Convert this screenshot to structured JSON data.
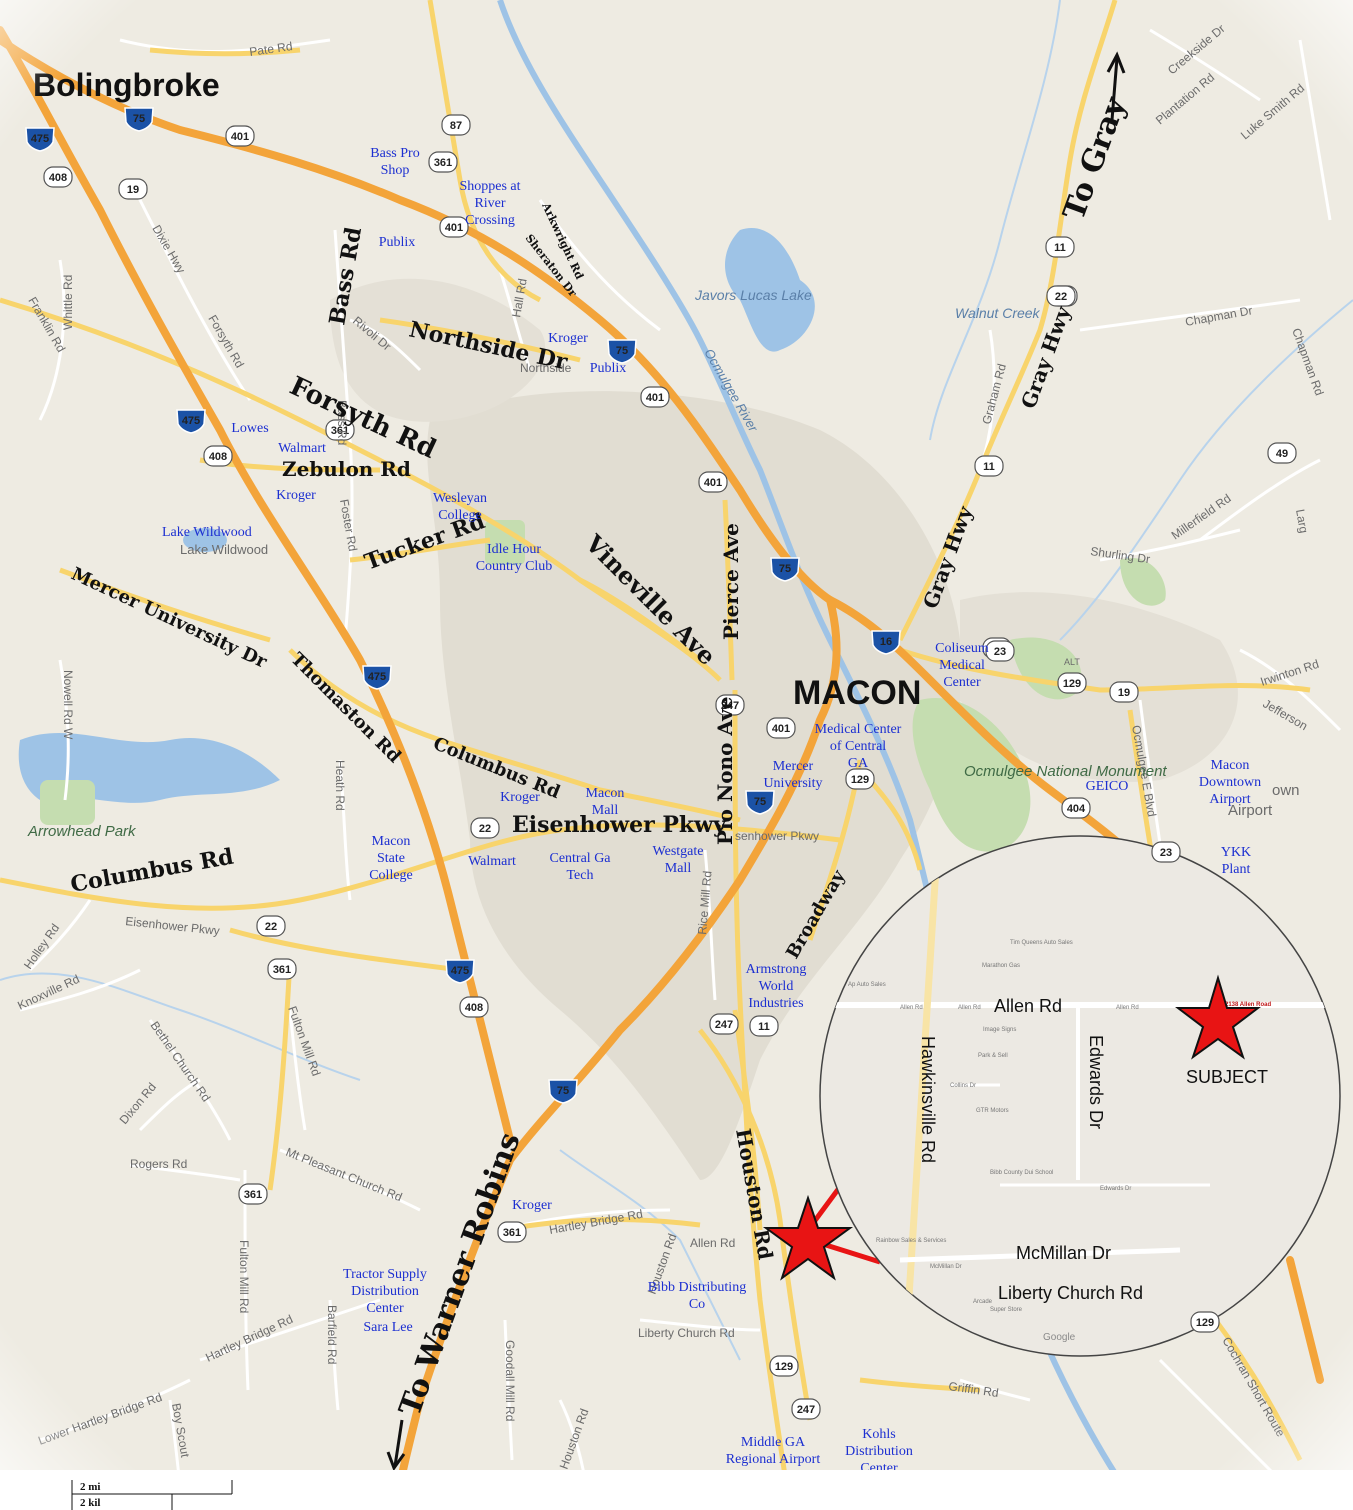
{
  "places": {
    "bolingbroke": "Bolingbroke",
    "macon": "MACON",
    "lake_wildwood": "Lake Wildwood",
    "arrowhead_park": "Arrowhead Park",
    "ocmulgee": "Ocmulgee National Monument",
    "javors_lake": "Javors Lucas Lake",
    "walnut_creek": "Walnut Creek"
  },
  "big_roads": {
    "forsyth_rd": "Forsyth Rd",
    "zebulon_rd": "Zebulon Rd",
    "bass_rd": "Bass Rd",
    "northside_dr": "Northside Dr",
    "tucker_rd": "Tucker Rd",
    "vineville_ave": "Vineville Ave",
    "pierce_ave": "Pierce Ave",
    "mercer_univ_dr": "Mercer University Dr",
    "thomaston_rd": "Thomaston Rd",
    "columbus_rd_1": "Columbus Rd",
    "columbus_rd_2": "Columbus Rd",
    "eisenhower_pkwy": "Eisenhower Pkwy",
    "pio_nono_ave": "Pio Nono Ave",
    "gray_hwy_1": "Gray Hwy",
    "gray_hwy_2": "Gray Hwy",
    "broadway": "Broadway",
    "houston_rd": "Houston Rd",
    "to_gray": "To Gray",
    "to_warner_robins": "To Warner Robins"
  },
  "pois": {
    "bass_pro": "Bass Pro Shop",
    "shoppes": "Shoppes at River Crossing",
    "publix_1": "Publix",
    "kroger_1": "Kroger",
    "publix_2": "Publix",
    "lowes": "Lowes",
    "walmart_1": "Walmart",
    "kroger_2": "Kroger",
    "wesleyan": "Wesleyan College",
    "idle_hour": "Idle Hour Country Club",
    "coliseum": "Coliseum Medical Center",
    "medical_center": "Medical Center of Central GA",
    "mercer": "Mercer University",
    "geico": "GEICO",
    "macon_airport": "Macon Downtown Airport",
    "ykk": "YKK Plant",
    "kroger_3": "Kroger",
    "macon_mall": "Macon Mall",
    "macon_state": "Macon State College",
    "walmart_2": "Walmart",
    "central_ga_tech": "Central Ga Tech",
    "westgate": "Westgate Mall",
    "armstrong": "Armstrong World Industries",
    "kroger_4": "Kroger",
    "tractor_supply": "Tractor Supply Distribution Center",
    "sara_lee": "Sara Lee",
    "bibb": "Bibb Distributing Co",
    "middle_ga": "Middle GA Regional Airport",
    "kohls": "Kohls Distribution Center"
  },
  "base_labels": {
    "pate_rd": "Pate Rd",
    "dixie_hwy": "Dixie Hwy",
    "forsyth_rd_small": "Forsyth Rd",
    "franklin_rd": "Franklin Rd",
    "whittle_rd": "Whittle Rd",
    "rivoli_dr": "Rivoli Dr",
    "bass_rd_small": "Bass Rd",
    "hall_rd": "Hall Rd",
    "arkwright_rd": "Arkwright Rd",
    "sheraton_dr": "Sheraton Dr",
    "northside_small": "Northside",
    "ocmulgee_river": "Ocmulgee River",
    "graham_rd": "Graham Rd",
    "chapman_dr": "Chapman Dr",
    "chapman_rd": "Chapman Rd",
    "creekside_dr": "Creekside Dr",
    "plantation_rd": "Plantation Rd",
    "luke_smith_rd": "Luke Smith Rd",
    "millerfield_rd": "Millerfield Rd",
    "shurling_dr": "Shurling Dr",
    "irwinton_rd": "Irwinton Rd",
    "jefferson": "Jefferson",
    "ocmulgee_e_blvd": "Ocmulgee E Blvd",
    "foster_rd": "Foster Rd",
    "nowell_rd_w": "Nowell Rd W",
    "heath_rd": "Heath Rd",
    "eisenhower_small": "Eisenhower Pkwy",
    "eisenhower_small_2": "Eisenhower Pkwy",
    "holley_rd": "Holley Rd",
    "knoxville_rd": "Knoxville Rd",
    "bethel_church_rd": "Bethel Church Rd",
    "fulton_mill_rd": "Fulton Mill Rd",
    "fulton_mill_rd_2": "Fulton Mill Rd",
    "dixon_rd": "Dixon Rd",
    "rogers_rd": "Rogers Rd",
    "mt_pleasant": "Mt Pleasant Church Rd",
    "hartley_bridge_rd": "Hartley Bridge Rd",
    "hartley_bridge_rd_2": "Hartley Bridge Rd",
    "lower_hartley": "Lower Hartley Bridge Rd",
    "barfield_rd": "Barfield Rd",
    "goodall_mill_rd": "Goodall Mill Rd",
    "houston_rd_small": "Houston Rd",
    "houston_rd_small_2": "Houston Rd",
    "allen_rd": "Allen Rd",
    "liberty_church_rd": "Liberty Church Rd",
    "griffin_rd": "Griffin Rd",
    "cochran_short_route": "Cochran Short Route",
    "rice_mill_rd": "Rice Mill Rd",
    "boy_scout": "Boy Scout",
    "houston_rd_bottom": "Houston Rd",
    "alt": "ALT",
    "hawkinsville_small": "Hawkinsville Rd",
    "eisenhower_small_3": "senhower Pkwy",
    "lake_wildwood_small": "Lake Wildwood",
    "larg": "Larg",
    "macon_downtown_small": "own",
    "airport_small": "Airport"
  },
  "shields": [
    "475",
    "75",
    "401",
    "87",
    "361",
    "19",
    "408",
    "401",
    "401",
    "75",
    "475",
    "361",
    "408",
    "401",
    "75",
    "16",
    "23",
    "129",
    "19",
    "22",
    "11",
    "22",
    "49",
    "401",
    "247",
    "129",
    "75",
    "404",
    "23",
    "475",
    "408",
    "247",
    "11",
    "75",
    "22",
    "361",
    "361",
    "361",
    "129",
    "247",
    "22",
    "11",
    "475",
    "129",
    "23"
  ],
  "inset": {
    "allen_rd": "Allen Rd",
    "hawkinsville_rd": "Hawkinsville Rd",
    "edwards_dr": "Edwards Dr",
    "subject": "SUBJECT",
    "mcmillan_dr": "McMillan Dr",
    "liberty_church_rd": "Liberty Church Rd",
    "google": "Google",
    "small_labels": [
      "Tim Queens Auto Sales",
      "Marathon Gas",
      "Allen Rd",
      "Allen Rd",
      "Allen Rd",
      "Image Signs",
      "Park & Sell",
      "GTR Motors",
      "Bibb County Dui School",
      "Rainbow Sales & Services",
      "McMillan Dr",
      "Arcade",
      "Super Store",
      "2138 Allen Road",
      "Edwards Dr",
      "Ap Auto Sales",
      "Collins Dr"
    ]
  },
  "scale": {
    "miles": "2 mi",
    "km": "2 kil"
  },
  "colors": {
    "land": "#eeebe2",
    "urban": "#e1ddd2",
    "water": "#9ec3e6",
    "park": "#c5ddb0",
    "highway": "#f3a43a",
    "major_road": "#f8d46c",
    "minor_road": "#ffffff",
    "poi_text": "#1c2fd1",
    "subject_star": "#e81414",
    "connector": "#e81414"
  }
}
